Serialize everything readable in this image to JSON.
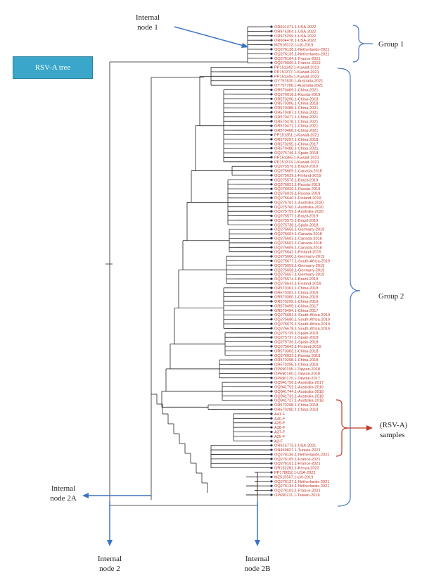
{
  "badge": "RSV-A tree",
  "colors": {
    "leaf": "#c0392b",
    "branch": "#222222",
    "dot": "#1f2d5a",
    "arrow_blue": "#3a73c4",
    "arrow_red": "#c0392b",
    "brace": "#4a78c0",
    "badge": "#3aa6c9"
  },
  "annotations": {
    "internal_node_1": [
      "Internal",
      "node 1"
    ],
    "internal_node_2a": [
      "Internal",
      "node 2A"
    ],
    "internal_node_2": [
      "Internal",
      "node 2"
    ],
    "internal_node_2b": [
      "Internal",
      "node 2B"
    ],
    "group_1": "Group 1",
    "group_2": "Group 2",
    "samples": [
      "(RSV-A)",
      "samples"
    ]
  },
  "leaves": [
    "OR601471.1-USA-2022",
    "OR975304.1-USA-2022",
    "OR975299.1-USA-2022",
    "OR604478.1-USA-2022",
    "MZ516012.1-UK-2019",
    "OQ276138.1-Netherlands-2021",
    "OQ276135.1-Netherlands-2021",
    "OQ276104.1-France-2021",
    "OQ275600.1-France-2019",
    "PP151342.1-Kuwait-2021",
    "PP151377.1-Kuwait-2021",
    "PP151345.1-Kuwait-2021",
    "OY757830.1-Australia-2021",
    "OY757786.1-Australia-2021",
    "OR570469.1-China-2021",
    "OQ276018.1-Russia-2019",
    "OR570296.1-China-2018",
    "OR570306.1-China-2018",
    "OR570488.1-China-2021",
    "OR570487.1-China-2021",
    "OR570477.1-China-2021",
    "OR570478.1-China-2021",
    "OR570471.1-China-2021",
    "OR570468.1-China-2021",
    "PP151351.1-Kuwait-2021",
    "OR570297.1-China-2018",
    "OR570295.1-China-2017",
    "OR570480.1-China-2021",
    "OQ275746.1-Spain-2018",
    "PP151365.1-Kuwait-2021",
    "PP151374.1-Kuwait-2021",
    "OQ275576.1-Brazil-2019",
    "OQ275605.1-Canada-2018",
    "OQ275639.1-Finland-2019",
    "OQ275578.1-Brazil-2019",
    "OQ276021.1-Russia-2019",
    "OQ276020.1-Russia-2019",
    "OQ276019.1-Russia-2019",
    "OQ275640.1-Finland-2019",
    "OQ275761.1-Australia-2020",
    "OQ275760.1-Australia-2020",
    "OQ275759.1-Australia-2020",
    "OQ275577.1-Brazil-2019",
    "OQ275575.1-Brazil-2019",
    "OQ275738.1-Spain-2018",
    "OQ275656.1-Germany-2019",
    "OQ275604.1-Canada-2018",
    "OQ275603.1-Canada-2018",
    "OQ275602.1-Canada-2018",
    "OQ275606.1-Canada-2018",
    "OQ275642.1-Finland-2019",
    "OQ275660.1-Germany-2019",
    "OQ275677.1-South-Africa-2019",
    "OQ275659.1-Germany-2019",
    "OQ275658.1-Germany-2019",
    "OQ275657.1-Germany-2019",
    "OQ275574.1-Brazil-2019",
    "OQ275641.1-Finland-2019",
    "OR570301.1-China-2018",
    "OR570302.1-China-2018",
    "OR570300.1-China-2018",
    "OR570299.1-China-2018",
    "OR570499.1-China-2017",
    "OR570494.1-China-2017",
    "OQ275681.1-South-Africa-2019",
    "OQ275680.1-South-Africa-2019",
    "OQ275679.1-South-Africa-2019",
    "OQ275678.1-South-Africa-2019",
    "OQ275739.1-Spain-2018",
    "OQ275737.1-Spain-2018",
    "OQ275736.1-Spain-2018",
    "OQ275643.1-Finland-2019",
    "OR570303.1-China-2018",
    "OQ276022.1-Russia-2019",
    "OR570298.1-China-2018",
    "OR570295.1-China-2018",
    "OP690195.1-Taiwan-2018",
    "OP690190.1-Taiwan-2018",
    "OP690170.1-Taiwan-2017",
    "OQ941756.1-Australia-2017",
    "OQ941752.1-Australia-2016",
    "OQ941744.1-Australia-2018",
    "OQ941733.1-Australia-2018",
    "OQ941727.1-Australia-2018",
    "OR570298.1-China-2018",
    "OR570290.1-China-2018",
    "A41-F",
    "A40-F",
    "A39-F",
    "A38-F",
    "A37-F",
    "A25-F",
    "A3-F",
    "OR915773.1-USA-2021",
    "ON469827.1-Tunisia-2021",
    "OQ276136.1-Netherlands-2021",
    "OQ276105.1-France-2021",
    "OQ276101.1-France-2021",
    "OR162281.1-Kenya-2023",
    "PP178652.1-USA-2022",
    "MZ515567.1-UK-2019",
    "OQ276137.1-Netherlands-2021",
    "OQ276134.1-Netherlands-2021",
    "OQ276103.1-France-2021",
    "OP690211.1-Taiwan-2019"
  ]
}
